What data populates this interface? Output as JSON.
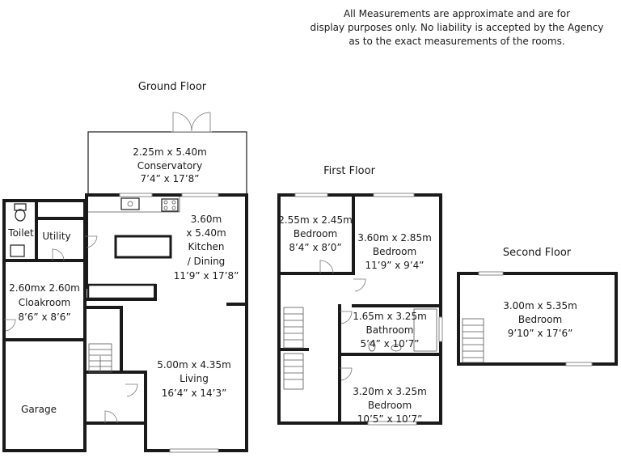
{
  "disclaimer": [
    "All Measurements are approximate and are for",
    "display purposes only. No liability is accepted by the Agency",
    "as to the exact measurements of the rooms."
  ],
  "floors": {
    "ground": "Ground Floor",
    "first": "First Floor",
    "second": "Second Floor"
  },
  "rooms": {
    "conservatory": {
      "metric": "2.25m x 5.40m",
      "name": "Conservatory",
      "imperial": "7’4” x 17’8”"
    },
    "kitchen": {
      "metric1": "3.60m",
      "metric2": "x 5.40m",
      "name1": "Kitchen",
      "name2": "/ Dining",
      "imperial": "11’9” x 17’8”"
    },
    "toilet": {
      "name": "Toilet"
    },
    "utility": {
      "name": "Utility"
    },
    "cloakroom": {
      "metric": "2.60mx 2.60m",
      "name": "Cloakroom",
      "imperial": "8’6” x 8’6”"
    },
    "living": {
      "metric": "5.00m x 4.35m",
      "name": "Living",
      "imperial": "16’4” x 14’3”"
    },
    "garage": {
      "name": "Garage"
    },
    "bedroom_small": {
      "metric": "2.55m x 2.45m",
      "name": "Bedroom",
      "imperial": "8’4” x 8’0”"
    },
    "bedroom_front": {
      "metric": "3.60m x 2.85m",
      "name": "Bedroom",
      "imperial": "11’9” x 9’4”"
    },
    "bathroom": {
      "metric": "1.65m x 3.25m",
      "name": "Bathroom",
      "imperial": "5’4” x 10’7”"
    },
    "bedroom_rear": {
      "metric": "3.20m x 3.25m",
      "name": "Bedroom",
      "imperial": "10’5” x 10’7”"
    },
    "bedroom_top": {
      "metric": "3.00m x 5.35m",
      "name": "Bedroom",
      "imperial": "9’10” x 17’6”"
    }
  }
}
